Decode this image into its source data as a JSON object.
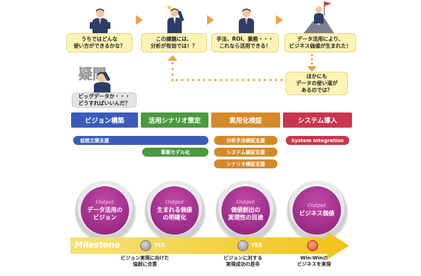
{
  "bubbles": [
    "うちではどんな\n使い方ができるかな？",
    "この課題には、\n分析が有効では！？",
    "手法、ROI、業務・・・\nこれなら活用できる！",
    "データ活用により、\nビジネス価値が生まれた！",
    "ほかにも\nデータの使い道が\nあるのでは？",
    "ビッグデータか・・・\nどうすればいいんだ？"
  ],
  "phases": [
    {
      "label": "ビジョン構築",
      "color": "#3a5bb8"
    },
    {
      "label": "活用シナリオ策定",
      "color": "#4a9a3e"
    },
    {
      "label": "実用化検証",
      "color": "#d4892a"
    },
    {
      "label": "システム導入",
      "color": "#c8364d"
    }
  ],
  "support": {
    "hypothesis": "仮説立案支援",
    "business_model": "事業モデル化",
    "analysis_method": "分析手法検証支援",
    "system_verify": "システム検証支援",
    "scenario_verify": "シナリオ検証支援",
    "system_integration": "System Integration"
  },
  "outputs": {
    "title": "Output",
    "items": [
      "データ活用の\nビジョン",
      "生まれる価値\nの明確化",
      "価値創出の\n実現性の目途",
      "ビジネス価値"
    ]
  },
  "milestone": {
    "label": "Milestone",
    "yes": "YES",
    "captions": [
      "ビジョン実現に向けた\n協創に合意",
      "ビジョンに対する\n実現成功の是非",
      "Win-Winの\nビジネスを実現"
    ]
  },
  "colors": {
    "bubble": "#fdf3b4",
    "arrow": "#f2a13a",
    "output": "#a43090",
    "milestone": "#f2c21a"
  }
}
